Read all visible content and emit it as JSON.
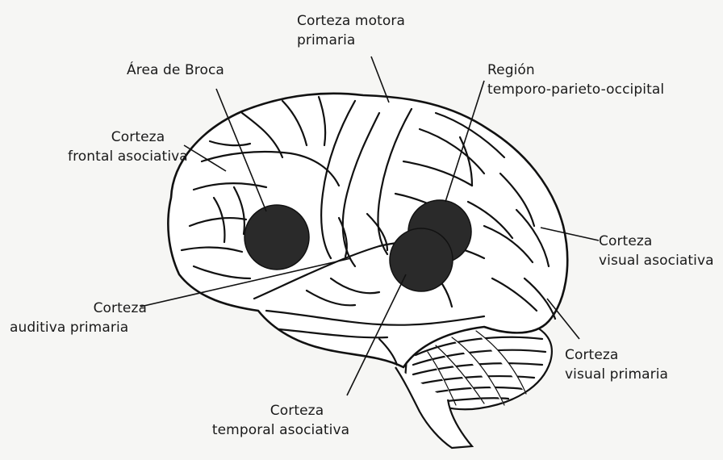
{
  "labels": {
    "motora": {
      "line1": "Corteza motora",
      "line2": "primaria"
    },
    "broca": {
      "line1": "Área de Broca"
    },
    "tpo": {
      "line1": "Región",
      "line2": "temporo-parieto-occipital"
    },
    "frontal": {
      "line1": "Corteza",
      "line2": "frontal asociativa"
    },
    "visual_asoc": {
      "line1": "Corteza",
      "line2": "visual asociativa"
    },
    "auditiva": {
      "line1": "Corteza",
      "line2": "auditiva primaria"
    },
    "visual_prim": {
      "line1": "Corteza",
      "line2": "visual primaria"
    },
    "temporal": {
      "line1": "Corteza",
      "line2": "temporal asociativa"
    }
  },
  "colors": {
    "ink": "#111111",
    "spot": "#2a2a2a",
    "paper": "#f6f6f4"
  }
}
